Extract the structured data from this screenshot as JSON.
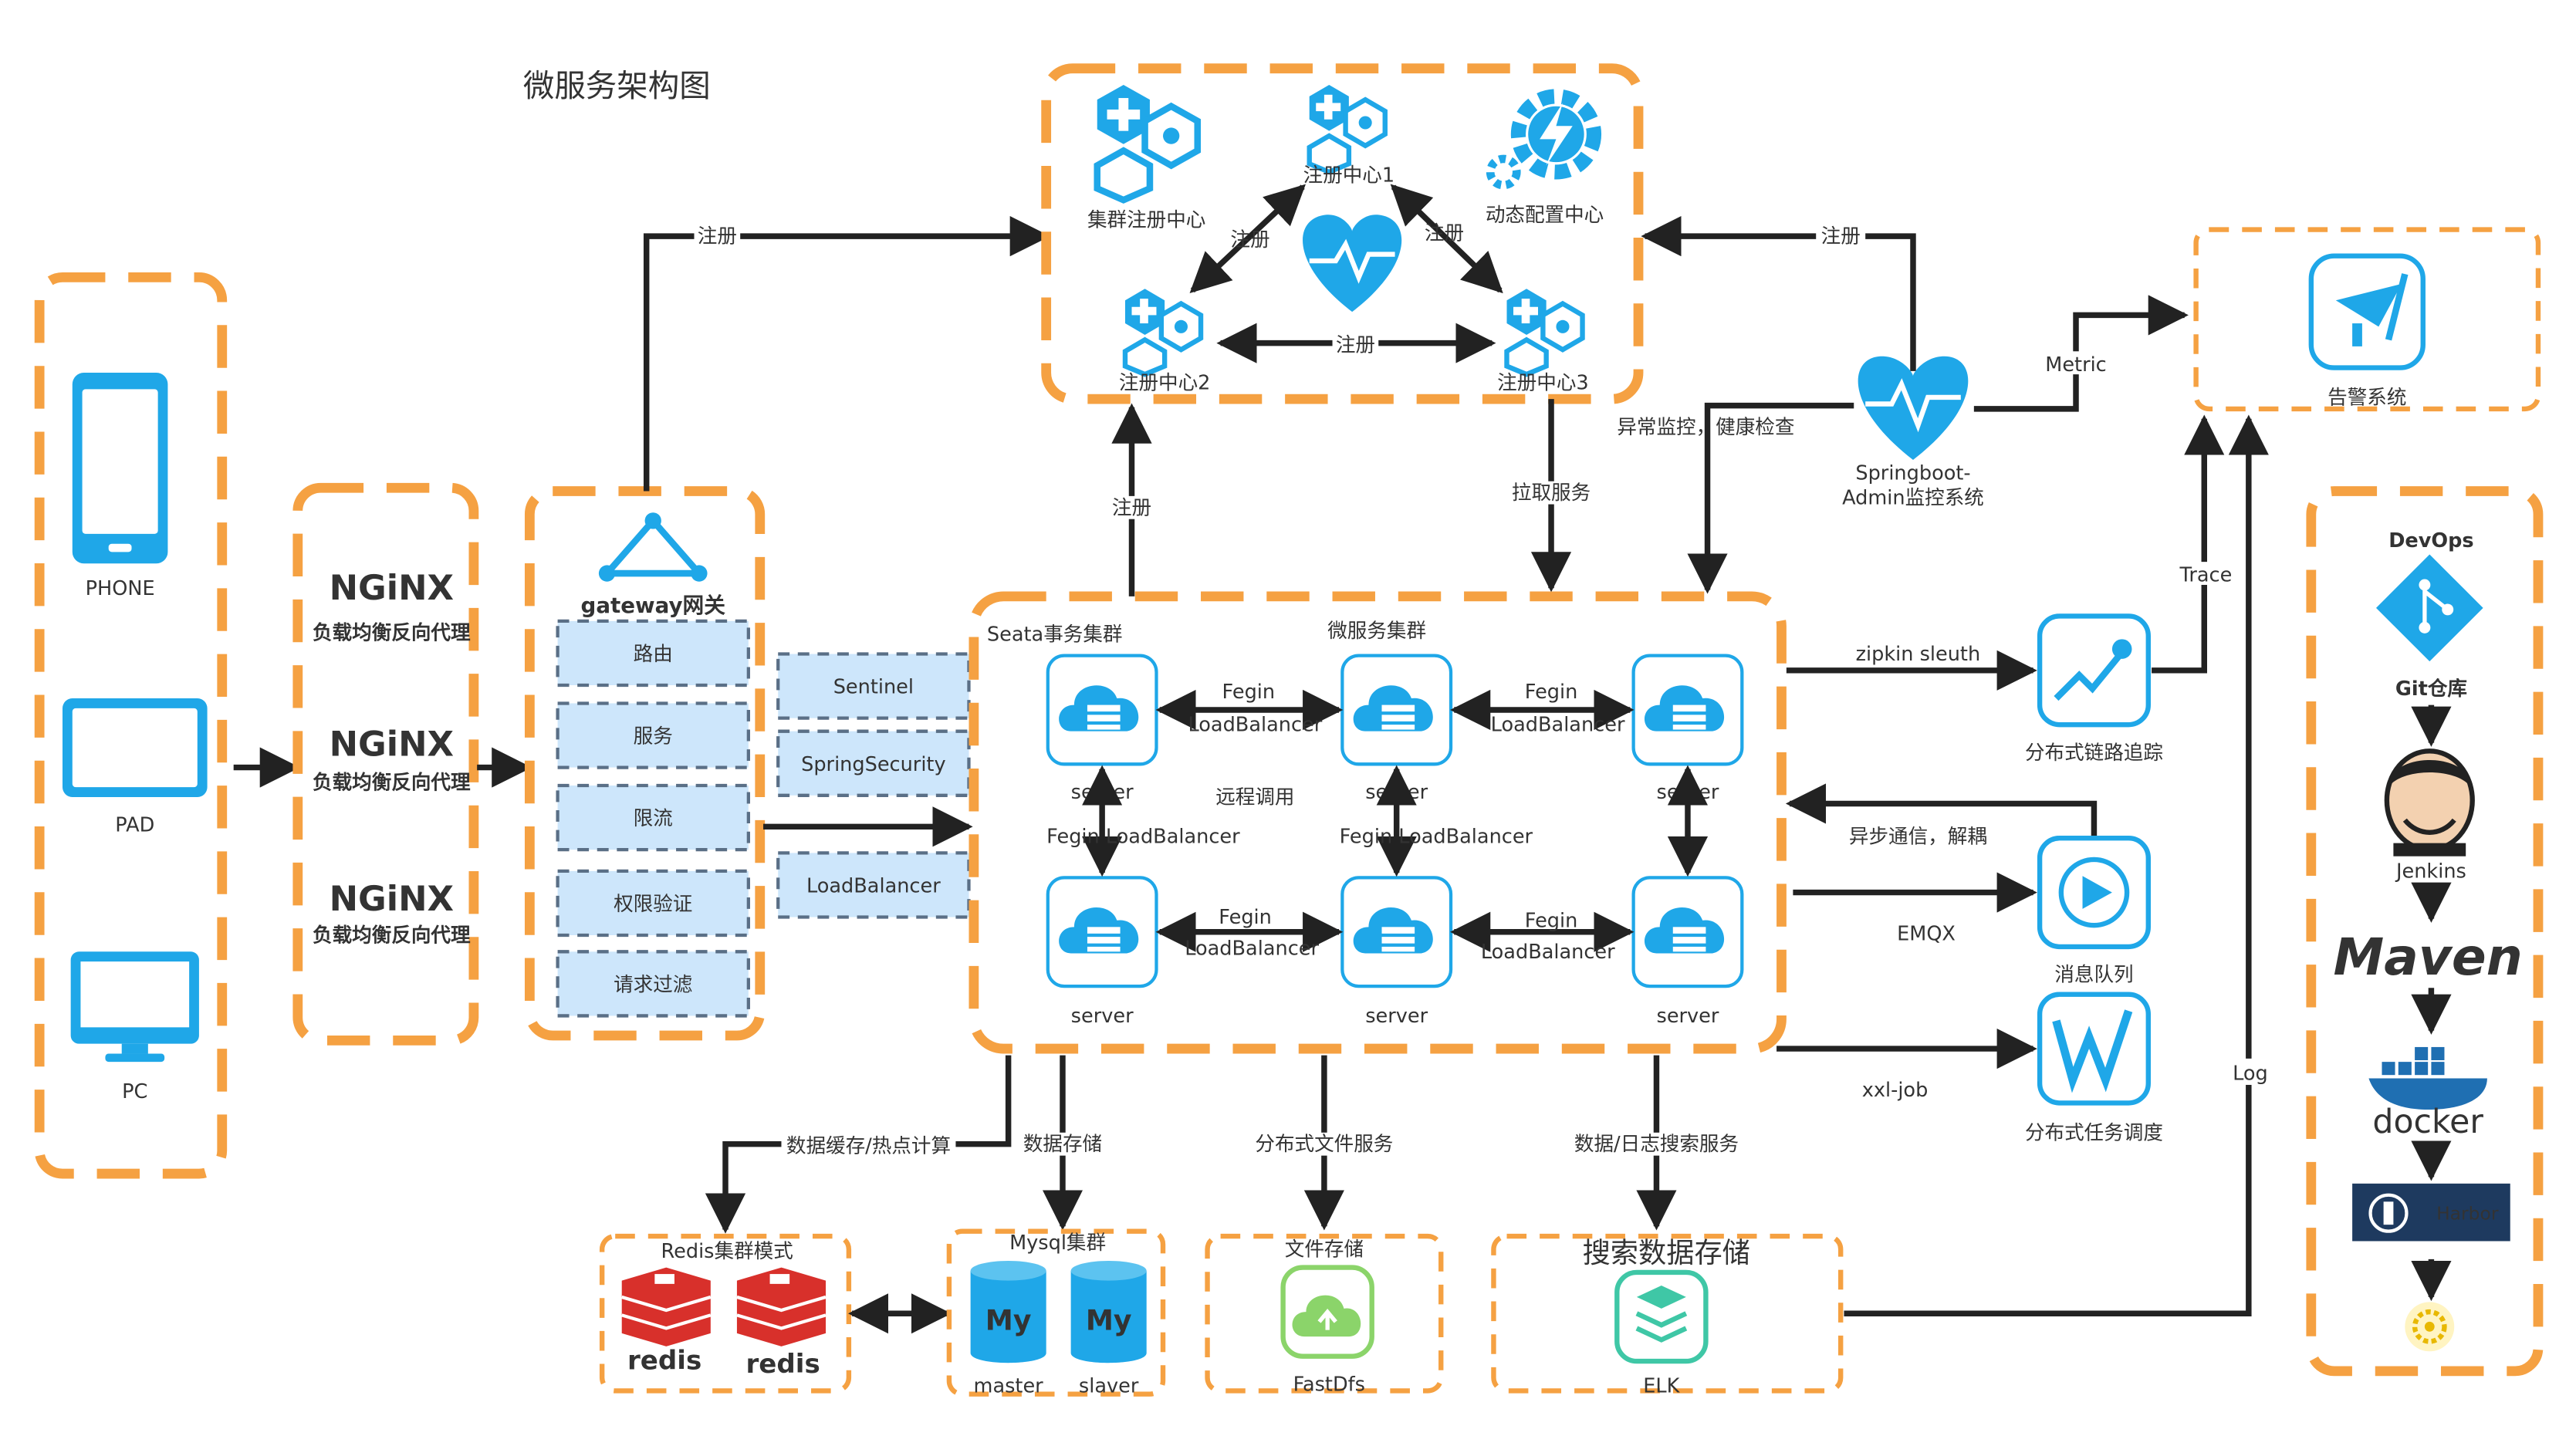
{
  "title": "微服务架构图",
  "clients": {
    "phone": "PHONE",
    "pad": "PAD",
    "pc": "PC"
  },
  "nginx": {
    "logo": "NGiNX",
    "items": [
      "负载均衡反向代理",
      "负载均衡反向代理",
      "负载均衡反向代理"
    ]
  },
  "gateway": {
    "title": "gateway网关",
    "items": [
      "路由",
      "服务",
      "限流",
      "权限验证",
      "请求过滤"
    ]
  },
  "middleware": [
    "Sentinel",
    "SpringSecurity",
    "LoadBalancer"
  ],
  "registry": {
    "cluster_label": "集群注册中心",
    "center1": "注册中心1",
    "center2": "注册中心2",
    "center3": "注册中心3",
    "config": "动态配置中心"
  },
  "microservice": {
    "seata": "Seata事务集群",
    "cluster": "微服务集群",
    "server": "server",
    "fegin": "Fegin",
    "loadbalancer": "LoadBalancer",
    "fegin_lb": "Fegin  LoadBalancer",
    "remote_call": "远程调用"
  },
  "edges": {
    "register": "注册",
    "pull_service": "拉取服务",
    "health": "异常监控，健康检查",
    "metric": "Metric",
    "trace": "Trace",
    "log": "Log",
    "zipkin": "zipkin sleuth",
    "async": "异步通信，解耦",
    "emqx": "EMQX",
    "xxljob": "xxl-job",
    "cache": "数据缓存/热点计算",
    "db_store": "数据存储",
    "file_service": "分布式文件服务",
    "search_service": "数据/日志搜索服务"
  },
  "monitor": {
    "admin_line1": "Springboot-",
    "admin_line2": "Admin监控系统",
    "alert": "告警系统"
  },
  "side_services": {
    "tracing": "分布式链路追踪",
    "mq": "消息队列",
    "job": "分布式任务调度"
  },
  "storage": {
    "redis_title": "Redis集群模式",
    "redis": "redis",
    "mysql_title": "Mysql集群",
    "mysql_logo": "My",
    "master": "master",
    "slaver": "slaver",
    "file_title": "文件存储",
    "fastdfs": "FastDfs",
    "search_title": "搜索数据存储",
    "elk": "ELK"
  },
  "devops": {
    "title": "DevOps",
    "git": "Git仓库",
    "jenkins": "Jenkins",
    "maven": "Maven",
    "docker": "docker",
    "harbor": "Harbor"
  },
  "colors": {
    "accent": "#1FA7E8",
    "border": "#F5A142",
    "devops_title": "#E02020"
  }
}
